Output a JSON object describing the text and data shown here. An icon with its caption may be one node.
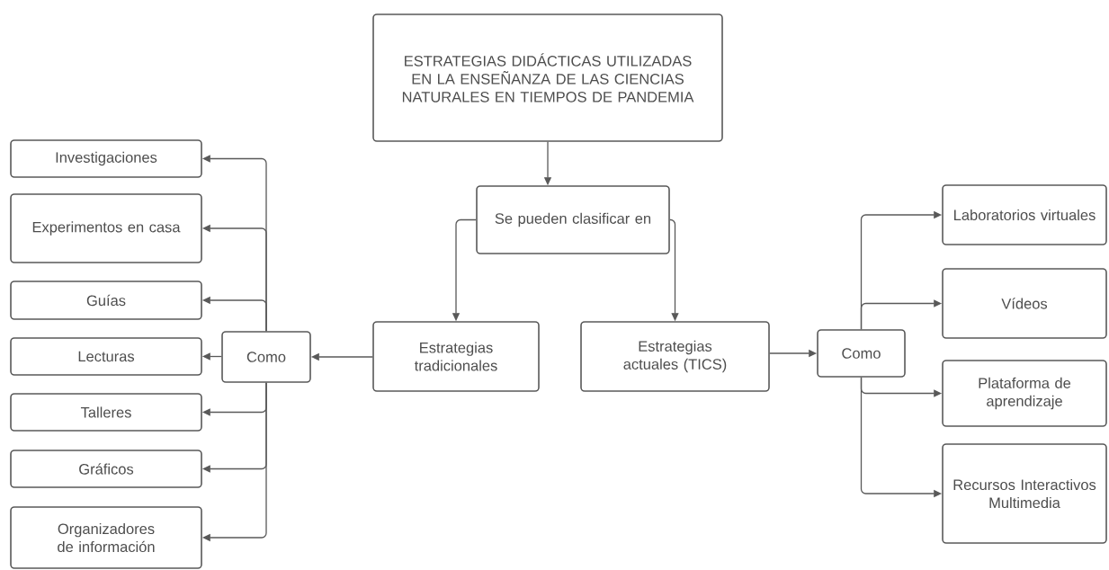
{
  "diagram": {
    "nodes": [
      {
        "text": [
          "ESTRATEGIAS DIDÁCTICAS UTILIZADAS EN LA ENSEÑANZA DE LAS CIENCIAS NATURALES EN TIEMPOS DE PANDEMIA"
        ]
      },
      {
        "text": [
          "Se pueden clasificar en"
        ]
      },
      {
        "text": [
          "Estrategias tradicionales"
        ]
      },
      {
        "text": [
          "Estrategias actuales (TICS)"
        ]
      },
      {
        "text": [
          "Como"
        ]
      },
      {
        "text": [
          "Investigaciones"
        ]
      },
      {
        "text": [
          "Experimentos en casa"
        ]
      },
      {
        "text": [
          "Guías"
        ]
      },
      {
        "text": [
          "Lecturas"
        ]
      },
      {
        "text": [
          "Talleres"
        ]
      },
      {
        "text": [
          "Gráficos"
        ]
      },
      {
        "text": [
          "Organizadores de información"
        ]
      },
      {
        "text": [
          "Como"
        ]
      },
      {
        "text": [
          "Laboratorios virtuales"
        ]
      },
      {
        "text": [
          "Vídeos"
        ]
      },
      {
        "text": [
          "Plataforma de aprendizaje"
        ]
      },
      {
        "text": [
          "Recursos Interactivos Multimedia"
        ]
      }
    ],
    "edges": [
      {
        "from": 0,
        "to": 1,
        "arrow": "to"
      },
      {
        "from": 1,
        "to": 2,
        "arrow": "to"
      },
      {
        "from": 1,
        "to": 3,
        "arrow": "to"
      },
      {
        "from": 2,
        "to": 4,
        "arrow": "to"
      },
      {
        "from": 4,
        "to": 5,
        "arrow": "to"
      },
      {
        "from": 4,
        "to": 6,
        "arrow": "to"
      },
      {
        "from": 4,
        "to": 7,
        "arrow": "to"
      },
      {
        "from": 4,
        "to": 8,
        "arrow": "to"
      },
      {
        "from": 4,
        "to": 9,
        "arrow": "to"
      },
      {
        "from": 4,
        "to": 10,
        "arrow": "to"
      },
      {
        "from": 4,
        "to": 11,
        "arrow": "to"
      },
      {
        "from": 3,
        "to": 12,
        "arrow": "to"
      },
      {
        "from": 12,
        "to": 13,
        "arrow": "to"
      },
      {
        "from": 12,
        "to": 14,
        "arrow": "to"
      },
      {
        "from": 12,
        "to": 15,
        "arrow": "to"
      },
      {
        "from": 12,
        "to": 16,
        "arrow": "to"
      }
    ]
  }
}
